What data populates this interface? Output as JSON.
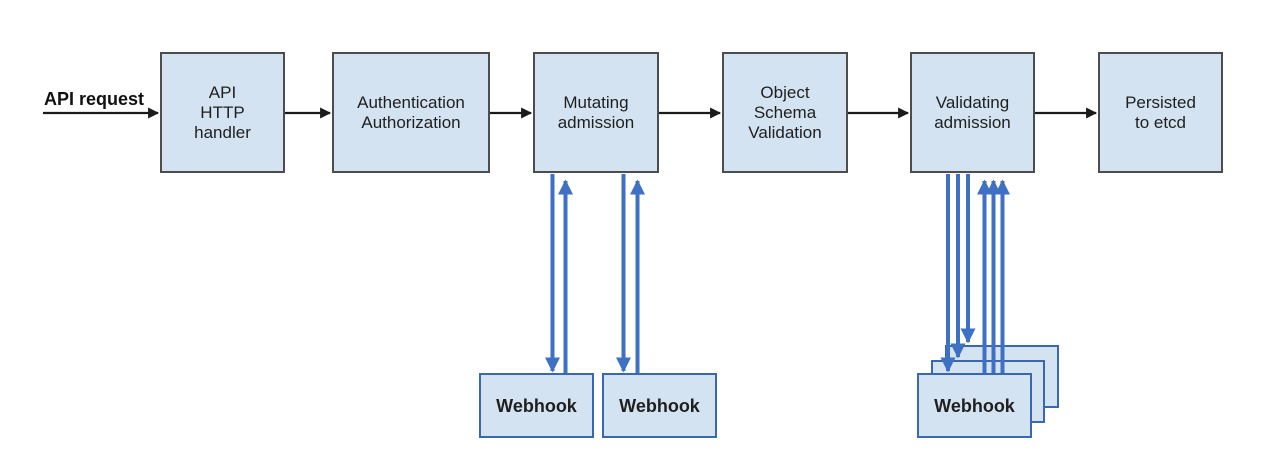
{
  "diagram": {
    "request_label": "API request",
    "stages": [
      {
        "label": "API\nHTTP\nhandler"
      },
      {
        "label": "Authentication\nAuthorization"
      },
      {
        "label": "Mutating\nadmission"
      },
      {
        "label": "Object\nSchema\nValidation"
      },
      {
        "label": "Validating\nadmission"
      },
      {
        "label": "Persisted\nto etcd"
      }
    ],
    "mutating_webhooks": [
      {
        "label": "Webhook"
      },
      {
        "label": "Webhook"
      }
    ],
    "validating_webhooks": [
      {
        "label": "Webhook"
      },
      {
        "label": "Webhook"
      },
      {
        "label": "Webhook"
      }
    ],
    "colors": {
      "box_fill": "#d4e3f1",
      "box_border": "#4d4d4d",
      "webhook_border": "#3a68b0",
      "arrow_black": "#1a1a1a",
      "arrow_blue": "#3e71c4",
      "text": "#1f1f1f",
      "background": "#ffffff"
    }
  }
}
